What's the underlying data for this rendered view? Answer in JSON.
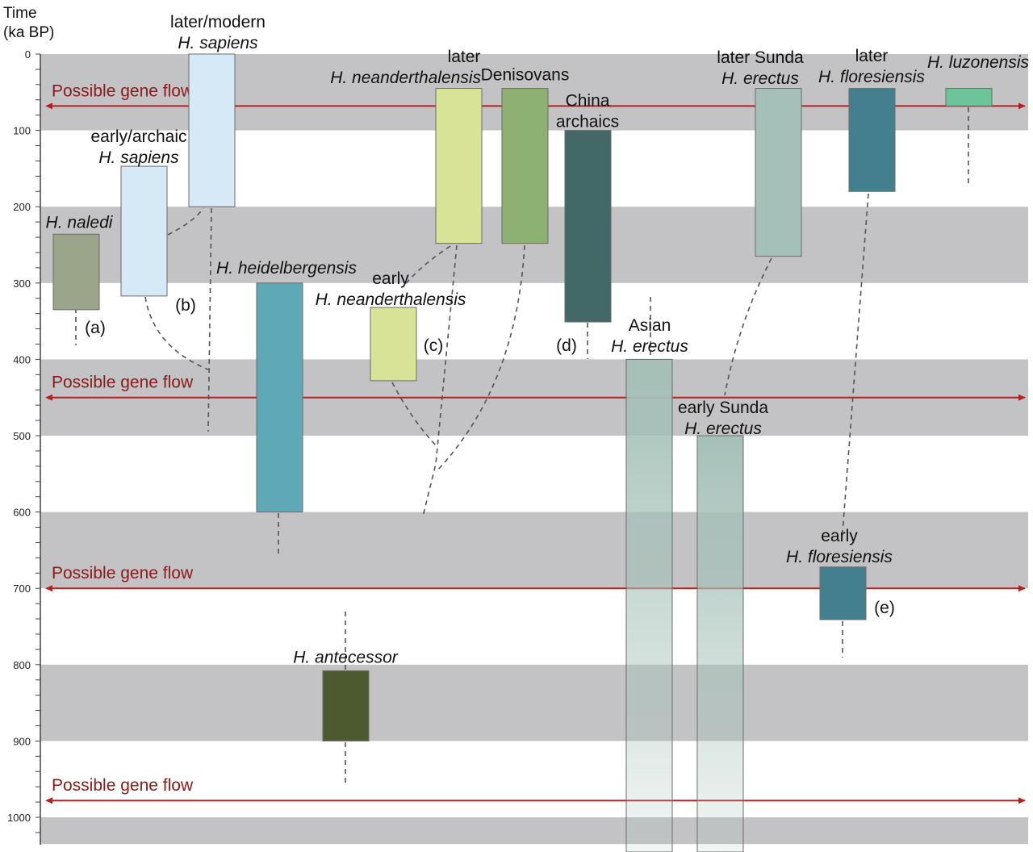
{
  "chart_data": {
    "type": "range-bar timeline",
    "title": "",
    "ylabel": "Time\n(ka BP)",
    "ylabel_lines": [
      "Time",
      "(ka BP)"
    ],
    "ylim": [
      0,
      1035
    ],
    "y_direction": "down",
    "y_ticks_major": [
      0,
      100,
      200,
      300,
      400,
      500,
      600,
      700,
      800,
      900,
      1000
    ],
    "y_ticks_minor_step": 20,
    "background_bands_ka": [
      [
        0,
        100
      ],
      [
        200,
        300
      ],
      [
        400,
        500
      ],
      [
        600,
        700
      ],
      [
        800,
        900
      ],
      [
        1000,
        1035
      ]
    ],
    "gene_flow": {
      "label": "Possible gene flow",
      "color": "#b22222",
      "label_color": "#8b1a1a",
      "levels_ka": [
        68,
        450,
        700,
        978
      ]
    },
    "taxa": [
      {
        "id": "naledi",
        "label_lines": [
          {
            "text": "H. naledi",
            "italic": true
          }
        ],
        "start_ka": 236,
        "end_ka": 335,
        "color": "#9aa58a",
        "col": 0,
        "note": "(a)"
      },
      {
        "id": "early-sapiens",
        "label_lines": [
          {
            "text": "early/archaic",
            "italic": false
          },
          {
            "text": "H. sapiens",
            "italic": true
          }
        ],
        "start_ka": 147,
        "end_ka": 317,
        "color": "#d6e9f7",
        "col": 1,
        "note": "(b)"
      },
      {
        "id": "later-sapiens",
        "label_lines": [
          {
            "text": "later/modern",
            "italic": false
          },
          {
            "text": "H. sapiens",
            "italic": true
          }
        ],
        "start_ka": 0,
        "end_ka": 200,
        "color": "#d6e9f7",
        "col": 2,
        "note": ""
      },
      {
        "id": "heidelbergensis",
        "label_lines": [
          {
            "text": "H. heidelbergensis",
            "italic": true
          }
        ],
        "start_ka": 300,
        "end_ka": 600,
        "color": "#5fa8b8",
        "col": 3,
        "note": ""
      },
      {
        "id": "antecessor",
        "label_lines": [
          {
            "text": "H. antecessor",
            "italic": true
          }
        ],
        "start_ka": 808,
        "end_ka": 900,
        "color": "#4b5b2f",
        "col": 4,
        "note": ""
      },
      {
        "id": "early-neanderthalensis",
        "label_lines": [
          {
            "text": "early",
            "italic": false
          },
          {
            "text": "H. neanderthalensis",
            "italic": true
          }
        ],
        "start_ka": 332,
        "end_ka": 428,
        "color": "#d9e397",
        "col": 5,
        "note": "(c)"
      },
      {
        "id": "later-neanderthalensis",
        "label_lines": [
          {
            "text": "later",
            "italic": false
          },
          {
            "text": "H. neanderthalensis",
            "italic": true
          }
        ],
        "start_ka": 45,
        "end_ka": 248,
        "color": "#d9e397",
        "col": 6,
        "note": ""
      },
      {
        "id": "denisovans",
        "label_lines": [
          {
            "text": "Denisovans",
            "italic": false
          }
        ],
        "start_ka": 45,
        "end_ka": 248,
        "color": "#8db173",
        "col": 7,
        "note": ""
      },
      {
        "id": "china-archaics",
        "label_lines": [
          {
            "text": "China",
            "italic": false
          },
          {
            "text": "archaics",
            "italic": false
          }
        ],
        "start_ka": 100,
        "end_ka": 351,
        "color": "#426868",
        "col": 8,
        "note": "(d)"
      },
      {
        "id": "asian-erectus",
        "label_lines": [
          {
            "text": "Asian",
            "italic": false
          },
          {
            "text": "H. erectus",
            "italic": true
          }
        ],
        "start_ka": 400,
        "end_ka": 1040,
        "color": "#a5c0b8",
        "col": 9,
        "note": "",
        "open_ended": true
      },
      {
        "id": "early-sunda-erectus",
        "label_lines": [
          {
            "text": "early Sunda",
            "italic": false
          },
          {
            "text": "H. erectus",
            "italic": true
          }
        ],
        "start_ka": 500,
        "end_ka": 1040,
        "color": "#a5c0b8",
        "col": 10,
        "note": "",
        "open_ended": true
      },
      {
        "id": "later-sunda-erectus",
        "label_lines": [
          {
            "text": "later Sunda",
            "italic": false
          },
          {
            "text": "H. erectus",
            "italic": true
          }
        ],
        "start_ka": 45,
        "end_ka": 265,
        "color": "#a5c0b8",
        "col": 11,
        "note": ""
      },
      {
        "id": "early-floresiensis",
        "label_lines": [
          {
            "text": "early",
            "italic": false
          },
          {
            "text": "H. floresiensis",
            "italic": true
          }
        ],
        "start_ka": 672,
        "end_ka": 741,
        "color": "#43808f",
        "col": 12,
        "note": "(e)"
      },
      {
        "id": "later-floresiensis",
        "label_lines": [
          {
            "text": "later",
            "italic": false
          },
          {
            "text": "H. floresiensis",
            "italic": true
          }
        ],
        "start_ka": 45,
        "end_ka": 180,
        "color": "#43808f",
        "col": 13,
        "note": ""
      },
      {
        "id": "luzonensis",
        "label_lines": [
          {
            "text": "H. luzonensis",
            "italic": true
          }
        ],
        "start_ka": 45,
        "end_ka": 68,
        "color": "#6cc49a",
        "col": 14,
        "note": ""
      }
    ],
    "annotations": [
      "(a)",
      "(b)",
      "(c)",
      "(d)",
      "(e)"
    ]
  }
}
